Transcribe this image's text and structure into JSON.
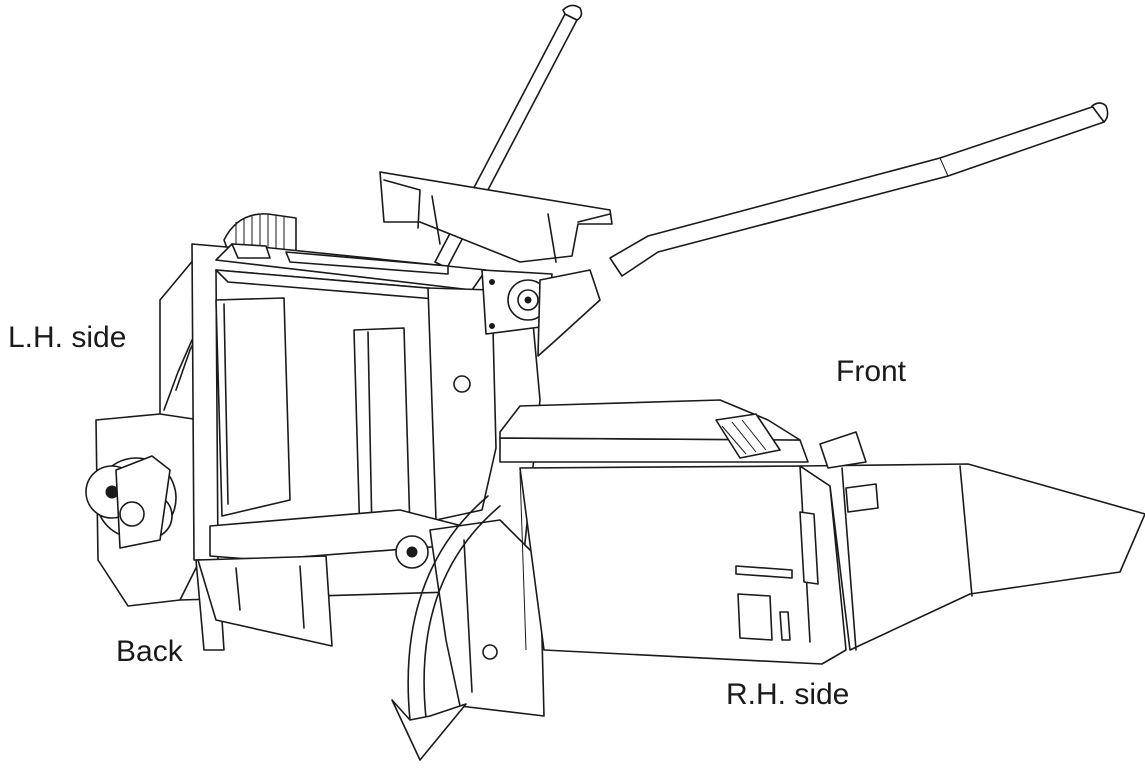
{
  "labels": {
    "lh_side": "L.H. side",
    "front": "Front",
    "back": "Back",
    "rh_side": "R.H. side"
  },
  "colors": {
    "line": "#1a1a1a",
    "background": "#ffffff"
  }
}
